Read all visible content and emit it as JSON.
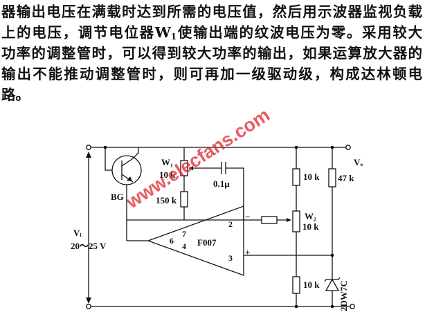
{
  "paragraph": {
    "lines": [
      {
        "text": "器输出电压在满载时达到所需的电压值，然后用示波器监视负载"
      },
      {
        "pre": "上的电压，调节电位器W",
        "sub": "1",
        "post": "使输出端的纹波电压为零。采用较大"
      },
      {
        "text": "功率的调整管时，可以得到较大功率的输出，如果运算放大器的"
      },
      {
        "text": "输出不能推动调整管时，则可再加一级驱动级，构成达林顿电"
      },
      {
        "text": "路。"
      }
    ]
  },
  "schematic": {
    "labels": {
      "transistor": "BG",
      "w1_name": "W₁",
      "w1_value": "10 k",
      "r_150k": "150 k",
      "cap": "0.1μ",
      "opamp": "F007",
      "pin2": "2",
      "pin3": "3",
      "pin4": "4",
      "pin6": "6",
      "pin7": "7",
      "minus": "−",
      "plus": "+",
      "vi_name": "Vᵢ",
      "vi_range": "20～25 V",
      "vo_name": "Vₒ",
      "r_10k_top": "10 k",
      "r_47k": "47 k",
      "w2_name": "W₂",
      "w2_value": "10 k",
      "r_10k_bottom": "10 k",
      "zener": "2DW7C"
    },
    "watermark": "www.elecfans.com"
  },
  "colors": {
    "ink": "#111111",
    "watermark": "#e0272e",
    "background": "#ffffff"
  }
}
